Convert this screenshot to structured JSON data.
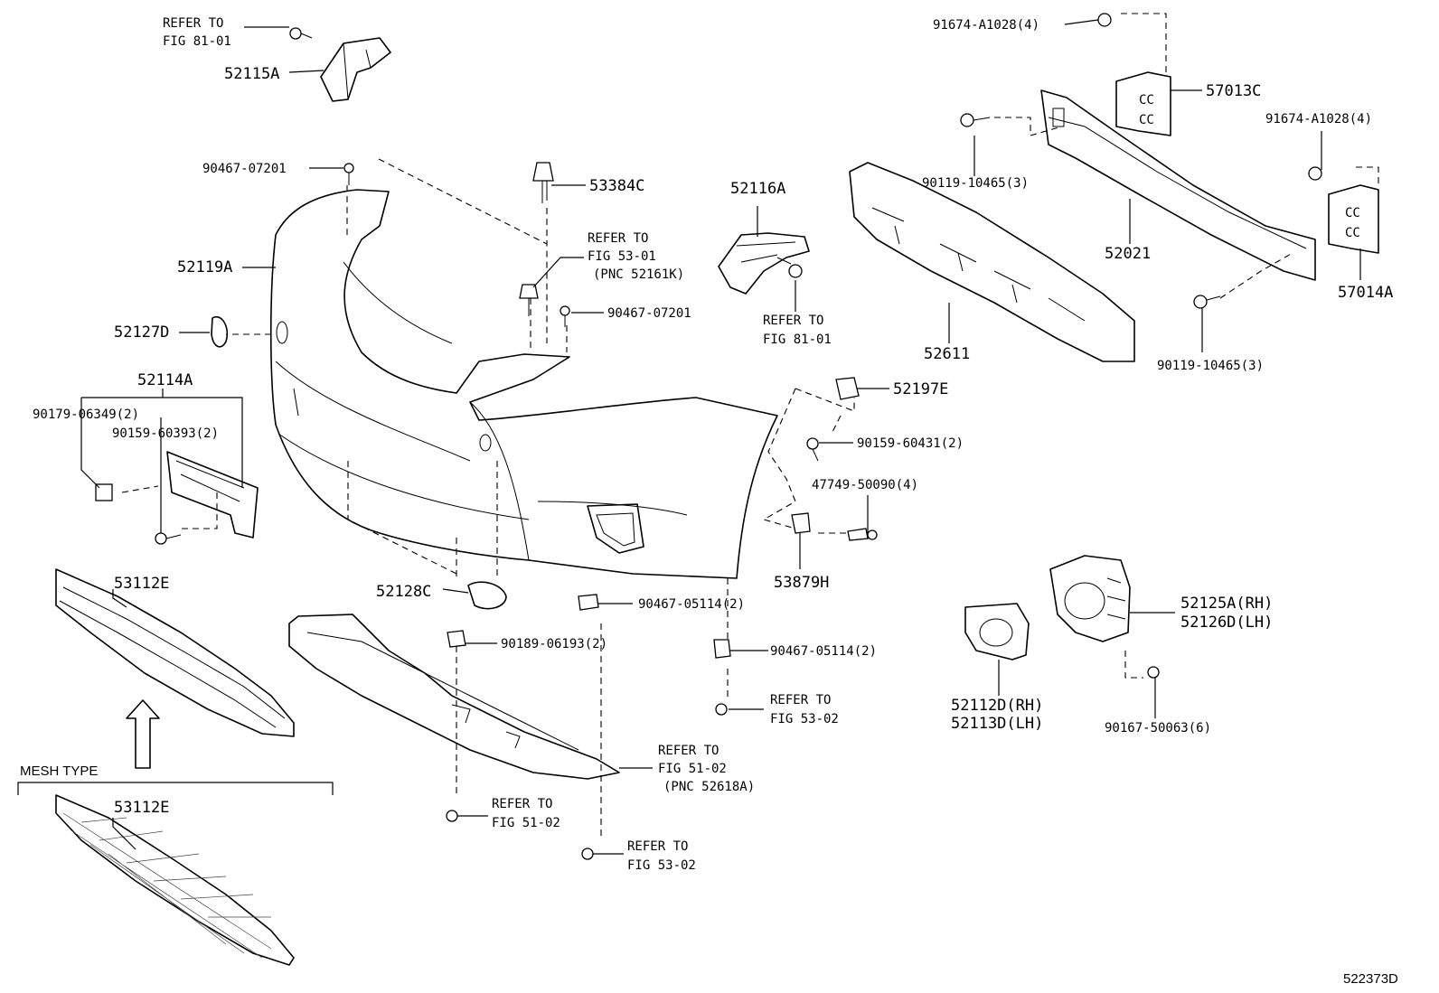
{
  "labels": {
    "refer_81_01_top_a": "REFER TO",
    "refer_81_01_top_b": "FIG 81-01",
    "p52115A": "52115A",
    "p90467_07201_a": "90467-07201",
    "p53384C": "53384C",
    "p52116A": "52116A",
    "refer_53_01_a": "REFER TO",
    "refer_53_01_b": "FIG 53-01",
    "refer_53_01_c": "(PNC 52161K)",
    "p52119A": "52119A",
    "p90467_07201_b": "90467-07201",
    "refer_81_01_mid_a": "REFER TO",
    "refer_81_01_mid_b": "FIG 81-01",
    "p52127D": "52127D",
    "p52114A": "52114A",
    "p90179_06349": "90179-06349(2)",
    "p90159_60393": "90159-60393(2)",
    "p52197E": "52197E",
    "p90159_60431": "90159-60431(2)",
    "p47749_50090": "47749-50090(4)",
    "p53879H": "53879H",
    "p53112E_a": "53112E",
    "p52128C": "52128C",
    "p90467_05114_a": "90467-05114(2)",
    "p90189_06193": "90189-06193(2)",
    "p90467_05114_b": "90467-05114(2)",
    "refer_53_02_mid_a": "REFER TO",
    "refer_53_02_mid_b": "FIG 53-02",
    "refer_51_02_a": "REFER TO",
    "refer_51_02_b": "FIG 51-02",
    "refer_51_02_c": "(PNC 52618A)",
    "mesh_type": "MESH TYPE",
    "p53112E_b": "53112E",
    "refer_51_02_low_a": "REFER TO",
    "refer_51_02_low_b": "FIG 51-02",
    "refer_53_02_low_a": "REFER TO",
    "refer_53_02_low_b": "FIG 53-02",
    "p91674_A1028_a": "91674-A1028(4)",
    "p57013C": "57013C",
    "p91674_A1028_b": "91674-A1028(4)",
    "p90119_10465_a": "90119-10465(3)",
    "p52021": "52021",
    "p57014A": "57014A",
    "p52611": "52611",
    "p90119_10465_b": "90119-10465(3)",
    "p52125A": "52125A(RH)",
    "p52126D": "52126D(LH)",
    "p52112D": "52112D(RH)",
    "p52113D": "52113D(LH)",
    "p90167_50063": "90167-50063(6)",
    "diagram_id": "522373D"
  }
}
